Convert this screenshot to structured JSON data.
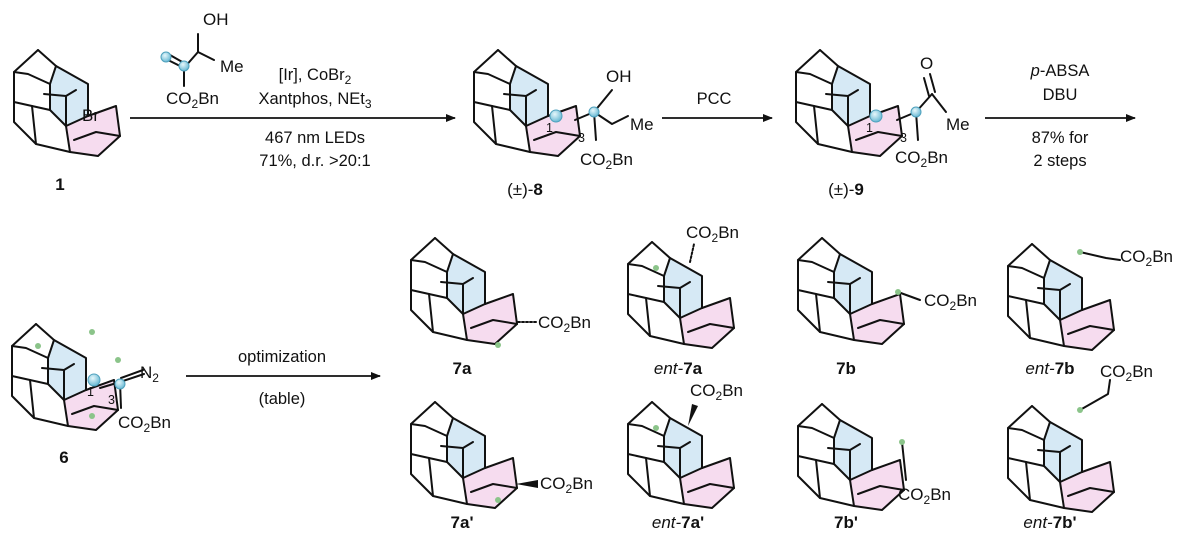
{
  "reagent": {
    "oh": "OH",
    "me": "Me",
    "ester_main": "CO",
    "ester_sub": "2",
    "ester_tail": "Bn"
  },
  "cmpd1": {
    "br": "Br",
    "label": "1"
  },
  "step1": {
    "line1_main": "[Ir], CoBr",
    "line1_sub": "2",
    "line2_main": "Xantphos, NEt",
    "line2_sub": "3",
    "line3": "467 nm LEDs",
    "line4": "71%, d.r. >20:1"
  },
  "cmpd8": {
    "oh": "OH",
    "me": "Me",
    "c1": "1",
    "c3": "3",
    "ester_main": "CO",
    "ester_sub": "2",
    "ester_tail": "Bn",
    "label_pre": "(±)-",
    "label_num": "8"
  },
  "step2": {
    "reagent": "PCC"
  },
  "cmpd9": {
    "o": "O",
    "me": "Me",
    "c1": "1",
    "c3": "3",
    "ester_main": "CO",
    "ester_sub": "2",
    "ester_tail": "Bn",
    "label_pre": "(±)-",
    "label_num": "9"
  },
  "step3": {
    "line1_ital": "p",
    "line1_rest": "-ABSA",
    "line2": "DBU",
    "line3": "87% for",
    "line4": "2 steps"
  },
  "cmpd6": {
    "n2_main": "N",
    "n2_sub": "2",
    "c1": "1",
    "c3": "3",
    "ester_main": "CO",
    "ester_sub": "2",
    "ester_tail": "Bn",
    "label": "6"
  },
  "step4": {
    "line1": "optimization",
    "line2": "(table)"
  },
  "products": {
    "ester_main": "CO",
    "ester_sub": "2",
    "ester_tail": "Bn",
    "ent_prefix": "ent-",
    "p7a": {
      "num": "7a",
      "prime": ""
    },
    "ent7a": {
      "num": "7a",
      "prime": ""
    },
    "p7b": {
      "num": "7b",
      "prime": ""
    },
    "ent7b": {
      "num": "7b",
      "prime": ""
    },
    "p7a2": {
      "num": "7a",
      "prime": "'"
    },
    "ent7a2": {
      "num": "7a",
      "prime": "'"
    },
    "p7b2": {
      "num": "7b",
      "prime": "'"
    },
    "ent7b2": {
      "num": "7b",
      "prime": "'"
    }
  },
  "colors": {
    "blue_ring": "#d6e9f5",
    "pink_ring": "#f6dcef",
    "diazo_atom": "#8fcfe0",
    "marker": "#8bc48a"
  }
}
